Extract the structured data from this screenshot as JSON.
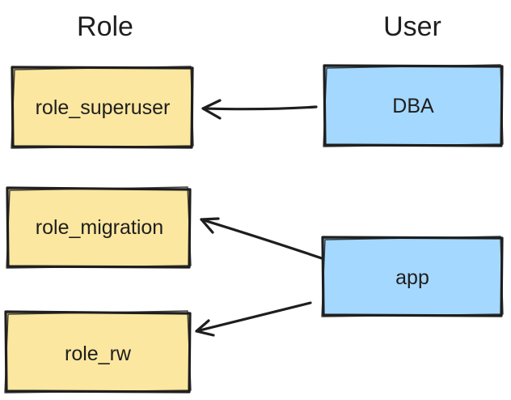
{
  "diagram": {
    "columns": {
      "role": {
        "title": "Role"
      },
      "user": {
        "title": "User"
      }
    },
    "nodes": {
      "role_superuser": {
        "label": "role_superuser",
        "kind": "role"
      },
      "role_migration": {
        "label": "role_migration",
        "kind": "role"
      },
      "role_rw": {
        "label": "role_rw",
        "kind": "role"
      },
      "dba": {
        "label": "DBA",
        "kind": "user"
      },
      "app": {
        "label": "app",
        "kind": "user"
      }
    },
    "edges": [
      {
        "from": "dba",
        "to": "role_superuser"
      },
      {
        "from": "app",
        "to": "role_migration"
      },
      {
        "from": "app",
        "to": "role_rw"
      }
    ],
    "colors": {
      "role_fill": "#fce7a0",
      "user_fill": "#a5d8ff",
      "stroke": "#1e1e1e",
      "background": "#ffffff"
    }
  }
}
